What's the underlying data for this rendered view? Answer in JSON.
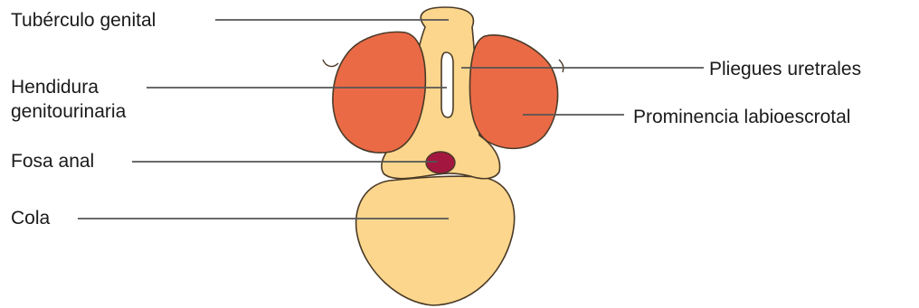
{
  "labels": {
    "tuberculo_genital": "Tubérculo genital",
    "hendidura_line1": "Hendidura",
    "hendidura_line2": "genitourinaria",
    "fosa_anal": "Fosa anal",
    "cola": "Cola",
    "pliegues_uretrales": "Pliegues uretrales",
    "prominencia_labioescrotal": "Prominencia labioescrotal"
  },
  "colors": {
    "body_fill": "#fcd68c",
    "swelling_fill": "#ea6a46",
    "anal_pit_fill": "#a3163f",
    "outline": "#4a3a28",
    "leader_line": "#555555",
    "text": "#1a1a1a"
  }
}
